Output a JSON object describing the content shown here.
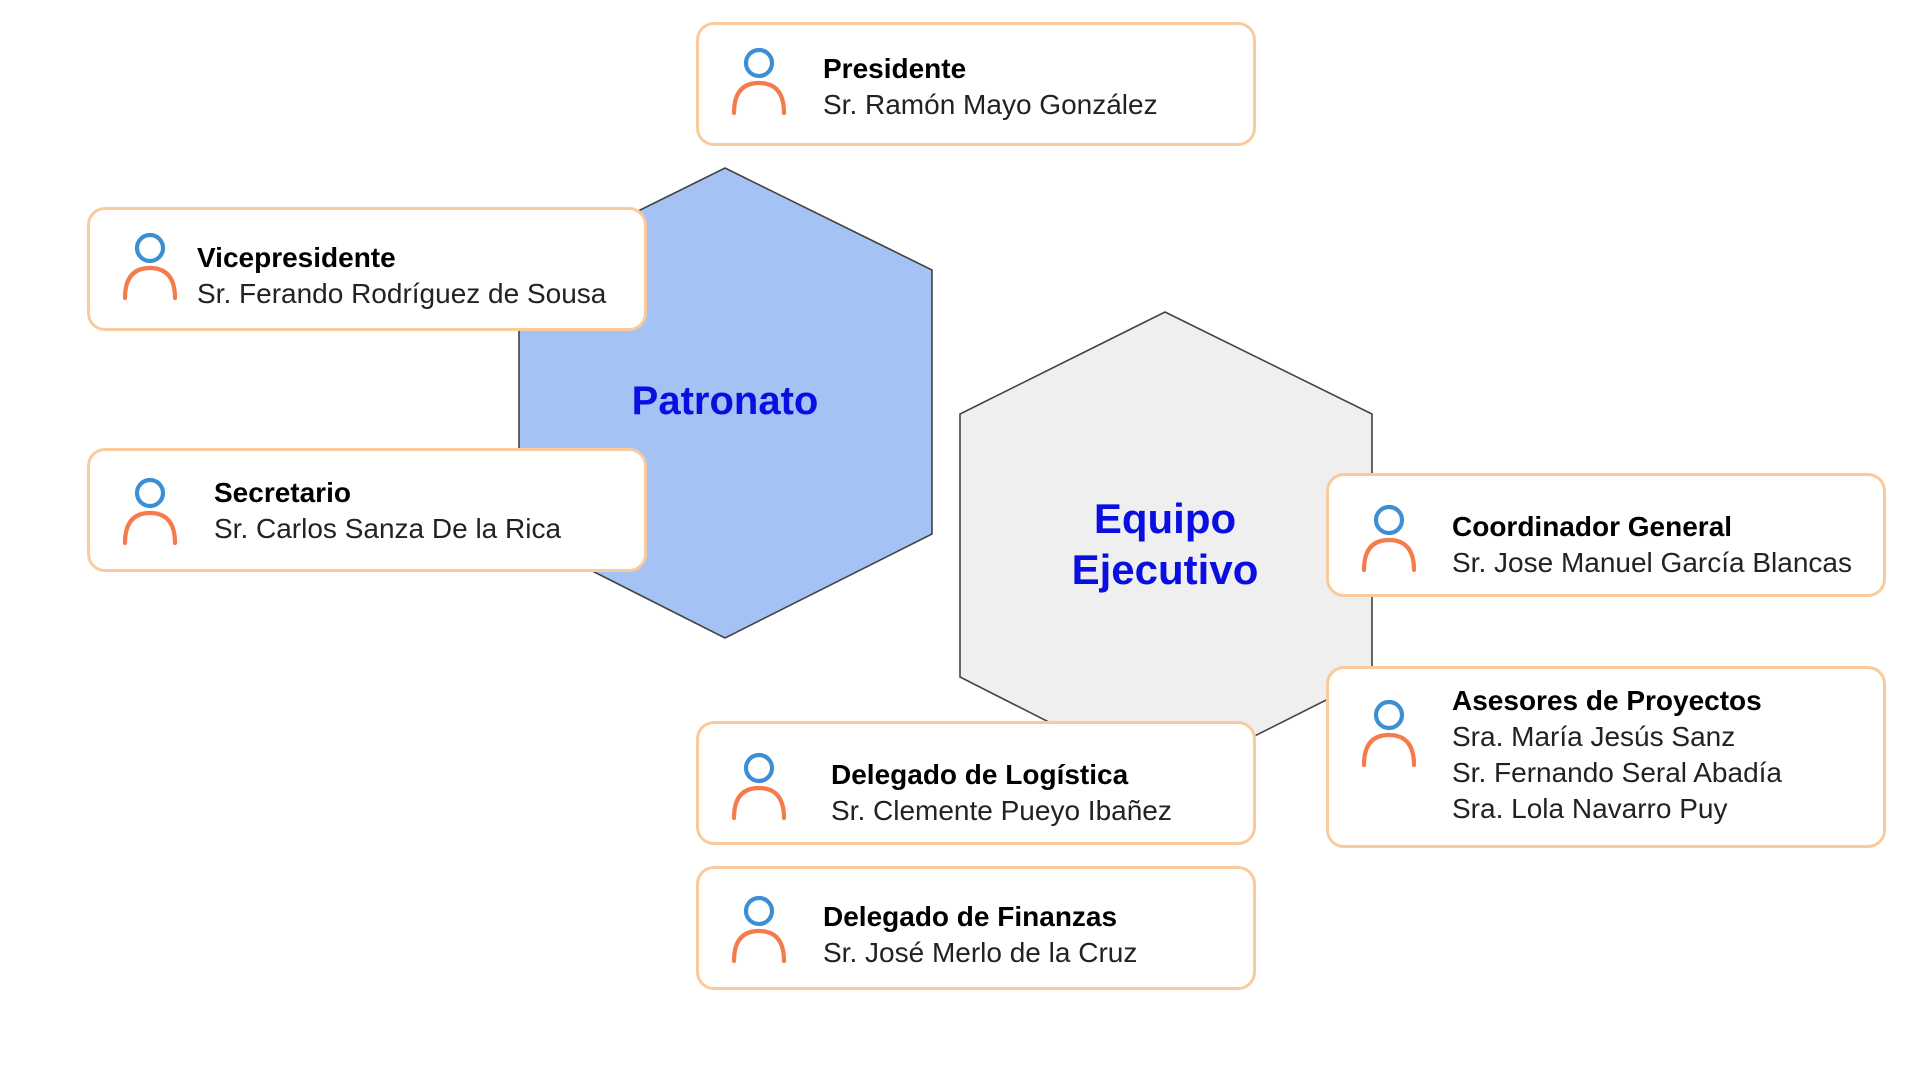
{
  "colors": {
    "patronato_fill": "#a4c2f4",
    "equipo_fill": "#efefef",
    "hex_stroke": "#434343",
    "hex_label": "#0b0ee0",
    "card_border": "#f9cb9c",
    "icon_head": "#3c8fd4",
    "icon_body": "#f47b4b"
  },
  "hexagons": {
    "patronato": {
      "label": "Patronato"
    },
    "equipo": {
      "label_line1": "Equipo",
      "label_line2": "Ejecutivo"
    }
  },
  "cards": {
    "presidente": {
      "title": "Presidente",
      "lines": [
        "Sr. Ramón Mayo González"
      ]
    },
    "vicepresidente": {
      "title": "Vicepresidente",
      "lines": [
        "Sr. Ferando Rodríguez de Sousa"
      ]
    },
    "secretario": {
      "title": "Secretario",
      "lines": [
        "Sr. Carlos Sanza De la Rica"
      ]
    },
    "coordinador": {
      "title": "Coordinador General",
      "lines": [
        "Sr. Jose Manuel García Blancas"
      ]
    },
    "asesores": {
      "title": "Asesores de Proyectos",
      "lines": [
        "Sra. María Jesús Sanz",
        "Sr. Fernando Seral Abadía",
        "Sra. Lola Navarro Puy"
      ]
    },
    "logistica": {
      "title": "Delegado de Logística",
      "lines": [
        "Sr. Clemente Pueyo Ibañez"
      ]
    },
    "finanzas": {
      "title": "Delegado de Finanzas",
      "lines": [
        "Sr. José Merlo de la Cruz"
      ]
    }
  },
  "icons": {
    "person": "person-icon"
  }
}
